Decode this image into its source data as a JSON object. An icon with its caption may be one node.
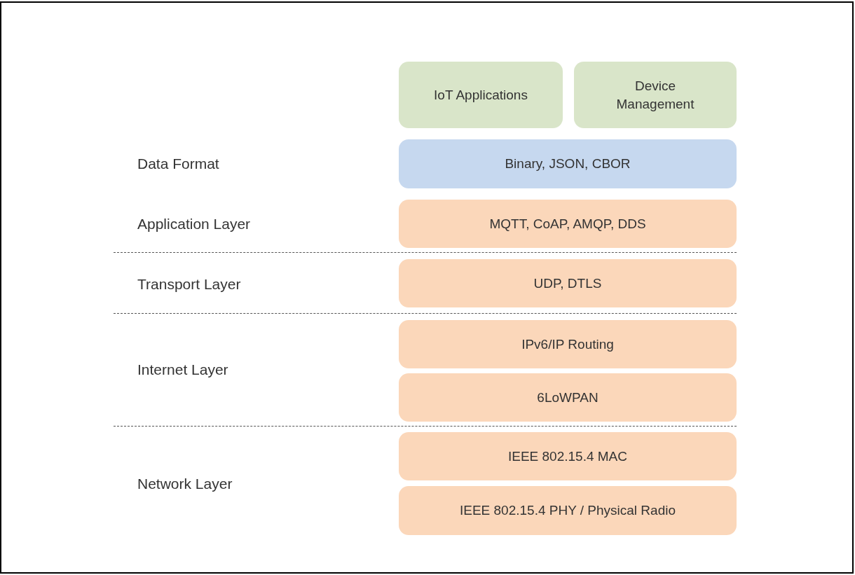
{
  "diagram": {
    "nodes": [
      {
        "text": [
          "IoT Applications"
        ]
      },
      {
        "text": [
          "Device Management"
        ]
      },
      {
        "text": [
          "Binary, JSON, CBOR"
        ]
      },
      {
        "text": [
          "MQTT, CoAP, AMQP, DDS"
        ]
      },
      {
        "text": [
          "UDP, DTLS"
        ]
      },
      {
        "text": [
          "IPv6/IP Routing"
        ]
      },
      {
        "text": [
          "6LoWPAN"
        ]
      },
      {
        "text": [
          "IEEE 802.15.4 MAC"
        ]
      },
      {
        "text": [
          "IEEE 802.15.4 PHY / Physical Radio"
        ]
      }
    ],
    "labels": [
      "Data Format",
      "Application Layer",
      "Transport Layer",
      "Internet Layer",
      "Network Layer"
    ]
  }
}
